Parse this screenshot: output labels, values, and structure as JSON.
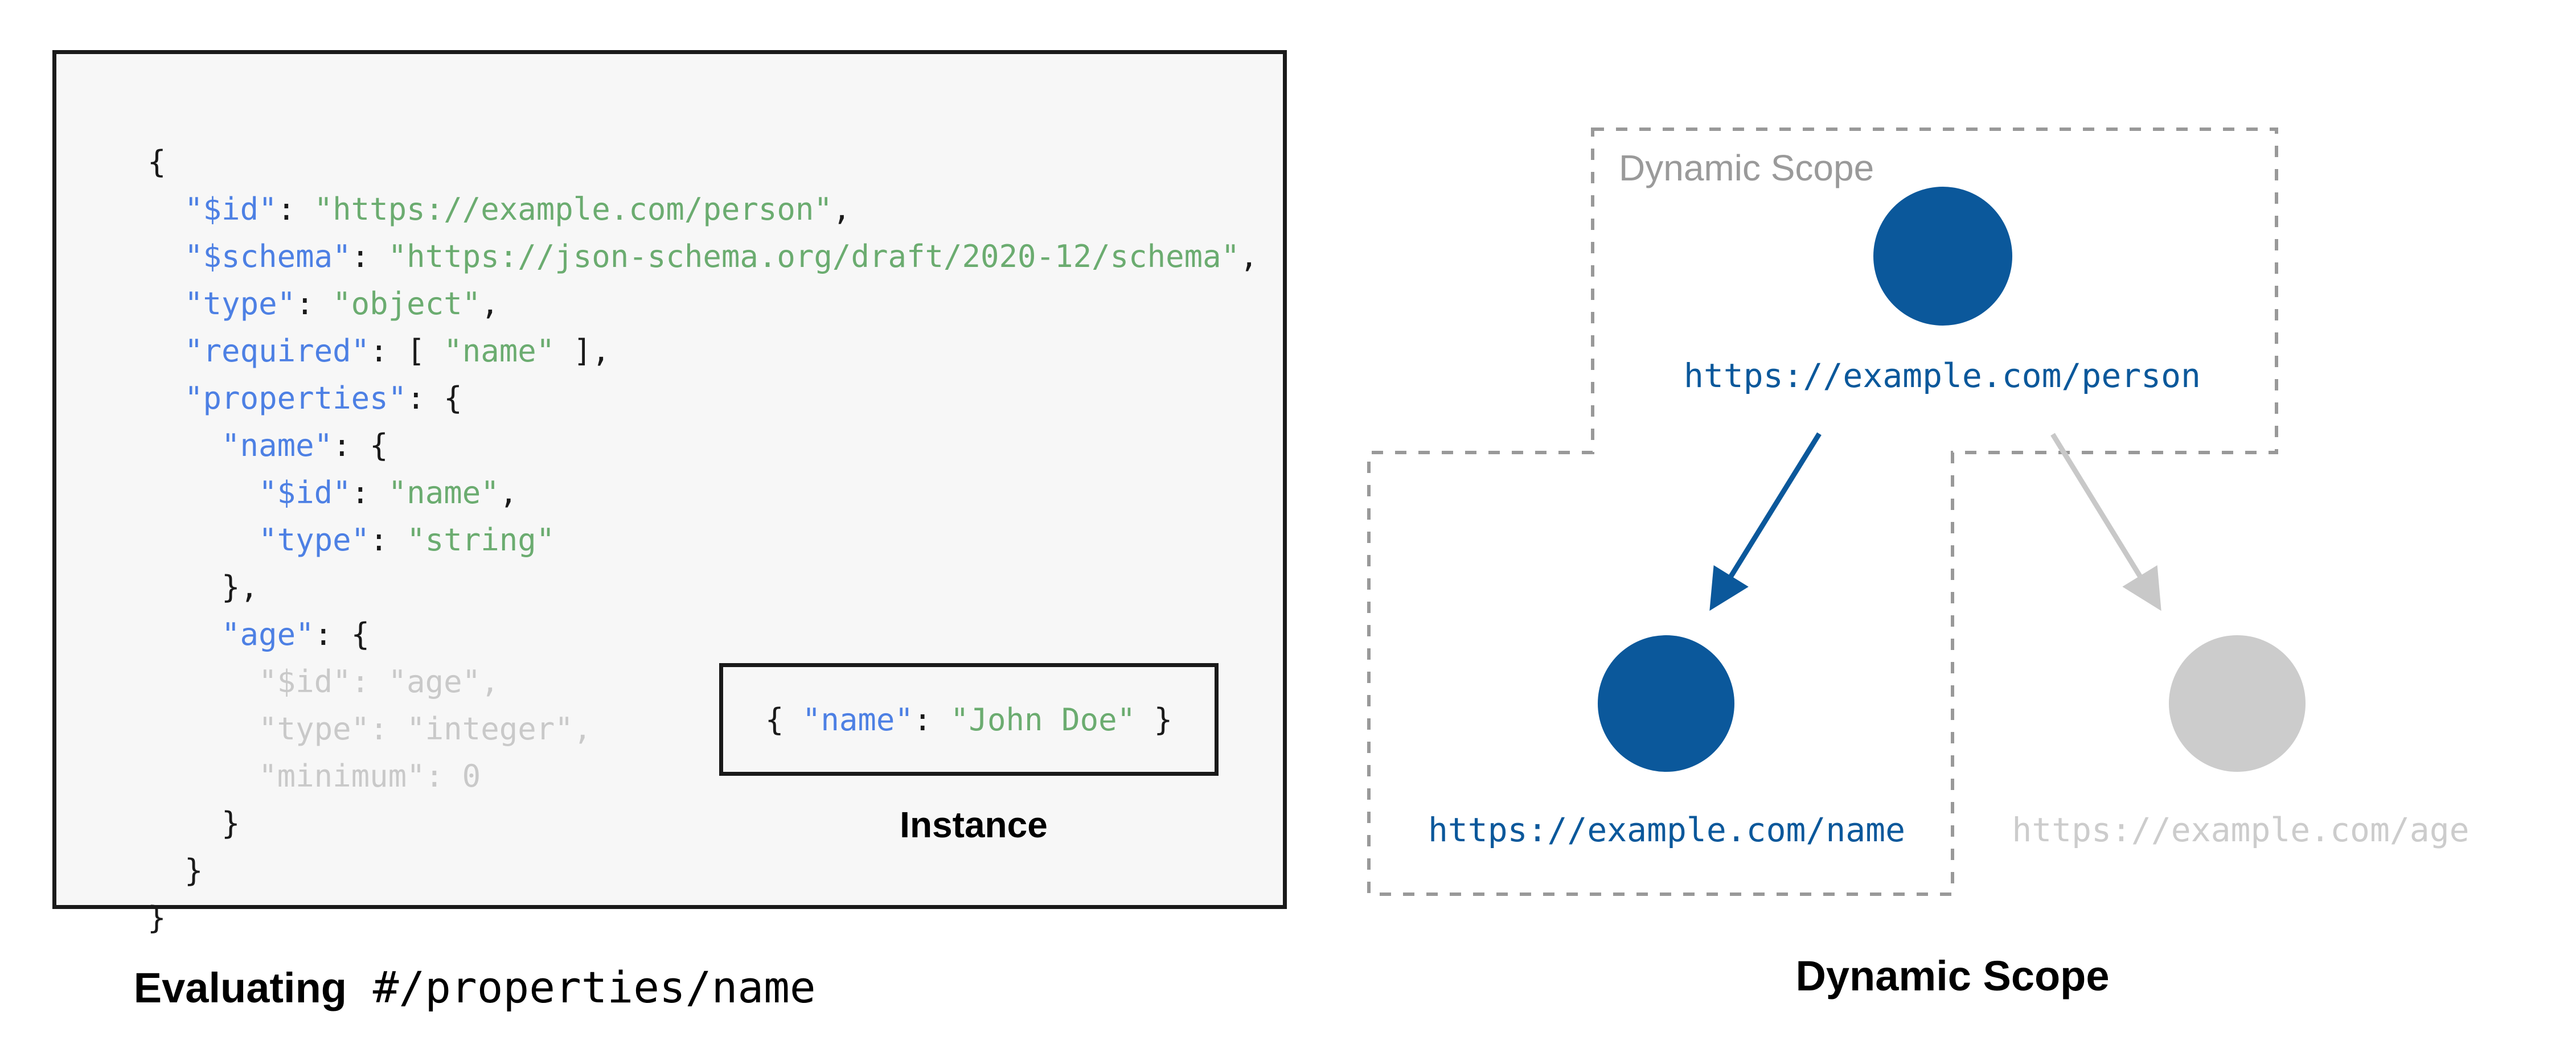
{
  "left": {
    "code_lines": [
      [
        {
          "c": "p",
          "t": "{"
        }
      ],
      [
        {
          "c": "p",
          "t": "  "
        },
        {
          "c": "k",
          "t": "\"$id\""
        },
        {
          "c": "p",
          "t": ": "
        },
        {
          "c": "s",
          "t": "\"https://example.com/person\""
        },
        {
          "c": "p",
          "t": ","
        }
      ],
      [
        {
          "c": "p",
          "t": "  "
        },
        {
          "c": "k",
          "t": "\"$schema\""
        },
        {
          "c": "p",
          "t": ": "
        },
        {
          "c": "s",
          "t": "\"https://json-schema.org/draft/2020-12/schema\""
        },
        {
          "c": "p",
          "t": ","
        }
      ],
      [
        {
          "c": "p",
          "t": "  "
        },
        {
          "c": "k",
          "t": "\"type\""
        },
        {
          "c": "p",
          "t": ": "
        },
        {
          "c": "s",
          "t": "\"object\""
        },
        {
          "c": "p",
          "t": ","
        }
      ],
      [
        {
          "c": "p",
          "t": "  "
        },
        {
          "c": "k",
          "t": "\"required\""
        },
        {
          "c": "p",
          "t": ": [ "
        },
        {
          "c": "s",
          "t": "\"name\""
        },
        {
          "c": "p",
          "t": " ],"
        }
      ],
      [
        {
          "c": "p",
          "t": "  "
        },
        {
          "c": "k",
          "t": "\"properties\""
        },
        {
          "c": "p",
          "t": ": {"
        }
      ],
      [
        {
          "c": "p",
          "t": "    "
        },
        {
          "c": "k",
          "t": "\"name\""
        },
        {
          "c": "p",
          "t": ": {"
        }
      ],
      [
        {
          "c": "p",
          "t": "      "
        },
        {
          "c": "k",
          "t": "\"$id\""
        },
        {
          "c": "p",
          "t": ": "
        },
        {
          "c": "s",
          "t": "\"name\""
        },
        {
          "c": "p",
          "t": ","
        }
      ],
      [
        {
          "c": "p",
          "t": "      "
        },
        {
          "c": "k",
          "t": "\"type\""
        },
        {
          "c": "p",
          "t": ": "
        },
        {
          "c": "s",
          "t": "\"string\""
        }
      ],
      [
        {
          "c": "p",
          "t": "    },"
        }
      ],
      [
        {
          "c": "p",
          "t": "    "
        },
        {
          "c": "k",
          "t": "\"age\""
        },
        {
          "c": "p",
          "t": ": {"
        }
      ],
      [
        {
          "c": "m",
          "t": "      \"$id\": \"age\","
        }
      ],
      [
        {
          "c": "m",
          "t": "      \"type\": \"integer\","
        }
      ],
      [
        {
          "c": "m",
          "t": "      \"minimum\": 0"
        }
      ],
      [
        {
          "c": "p",
          "t": "    }"
        }
      ],
      [
        {
          "c": "p",
          "t": "  }"
        }
      ],
      [
        {
          "c": "p",
          "t": "}"
        }
      ]
    ],
    "instance": {
      "tokens": [
        {
          "c": "p",
          "t": "{ "
        },
        {
          "c": "k",
          "t": "\"name\""
        },
        {
          "c": "p",
          "t": ": "
        },
        {
          "c": "s",
          "t": "\"John Doe\""
        },
        {
          "c": "p",
          "t": " }"
        }
      ],
      "label": "Instance"
    },
    "caption": {
      "bold": "Evaluating",
      "mono": " #/properties/name"
    }
  },
  "right": {
    "scope_label": "Dynamic Scope",
    "caption": "Dynamic Scope",
    "nodes": {
      "person": {
        "url": "https://example.com/person",
        "state": "in-scope"
      },
      "name": {
        "url": "https://example.com/name",
        "state": "in-scope"
      },
      "age": {
        "url": "https://example.com/age",
        "state": "out-of-scope"
      }
    }
  },
  "colors": {
    "navy": "#0b589b",
    "key_blue": "#4d80e4",
    "string_green": "#6bac70",
    "muted_gray": "#c9c9c9",
    "inactive_gray": "#cccccc",
    "dash_gray": "#999999",
    "scope_label_gray": "#9a9a9a",
    "code_bg": "#f7f7f7",
    "ink": "#1a1a1a"
  }
}
